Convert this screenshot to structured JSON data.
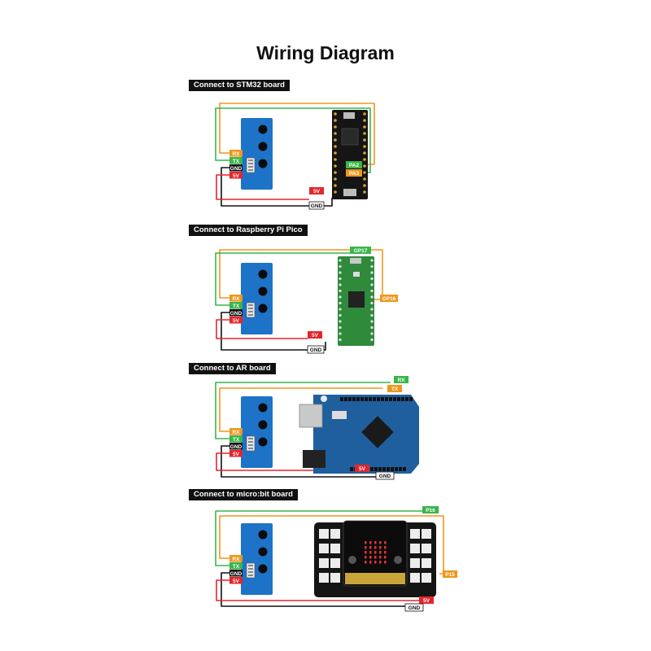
{
  "title": "Wiring Diagram",
  "colors": {
    "module_blue": "#1d73c8",
    "rx_orange": "#f0961e",
    "tx_green": "#39b54a",
    "gnd_black": "#111111",
    "v5_red": "#e4262c",
    "board_black": "#151515",
    "arduino_blue": "#1f5f9e",
    "pico_green": "#2f8a3c"
  },
  "module_pins": {
    "rx": "RX",
    "tx": "TX",
    "gnd": "GND",
    "v5": "5V"
  },
  "sections": [
    {
      "header": "Connect to STM32 board",
      "board": "stm32",
      "board_labels": {
        "tx_side": "PA2",
        "rx_side": "PA3",
        "v5": "5V",
        "gnd": "GND"
      }
    },
    {
      "header": "Connect to Raspberry Pi Pico",
      "board": "pico",
      "board_labels": {
        "tx_side": "GP17",
        "rx_side": "GP16",
        "v5": "5V",
        "gnd": "GND"
      }
    },
    {
      "header": "Connect to AR board",
      "board": "arduino",
      "board_labels": {
        "tx_side": "RX",
        "rx_side": "TX",
        "v5": "5V",
        "gnd": "GND"
      }
    },
    {
      "header": "Connect to micro:bit board",
      "board": "microbit",
      "board_labels": {
        "tx_side": "P16",
        "rx_side": "P15",
        "v5": "5V",
        "gnd": "GND"
      }
    }
  ]
}
